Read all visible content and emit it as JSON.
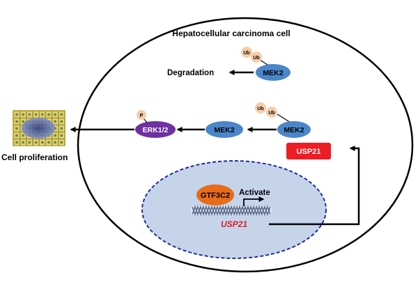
{
  "cell": {
    "title": "Hepatocellular carcinoma cell"
  },
  "outside": {
    "proliferation_label": "Cell proliferation"
  },
  "degradation": {
    "label": "Degradation"
  },
  "proteins": {
    "mek2_top": "MEK2",
    "mek2_middle": "MEK2",
    "mek2_right": "MEK2",
    "erk": "ERK1/2",
    "usp21_protein": "USP21",
    "gtf3c2": "GTF3C2"
  },
  "modifications": {
    "ub": "Ub",
    "phospho": "P"
  },
  "nucleus": {
    "activate_label": "Activate",
    "gene_label": "USP21"
  },
  "colors": {
    "cell_outline": "#000000",
    "nucleus_fill": "#c6d4ea",
    "nucleus_border": "#1f2d9e",
    "mek2_fill": "#4a86c8",
    "erk_fill": "#7030a0",
    "usp21_fill": "#ee1c24",
    "gtf3c2_fill": "#e86b18",
    "ub_fill": "#f6cda9",
    "gene_text": "#e01b24"
  }
}
